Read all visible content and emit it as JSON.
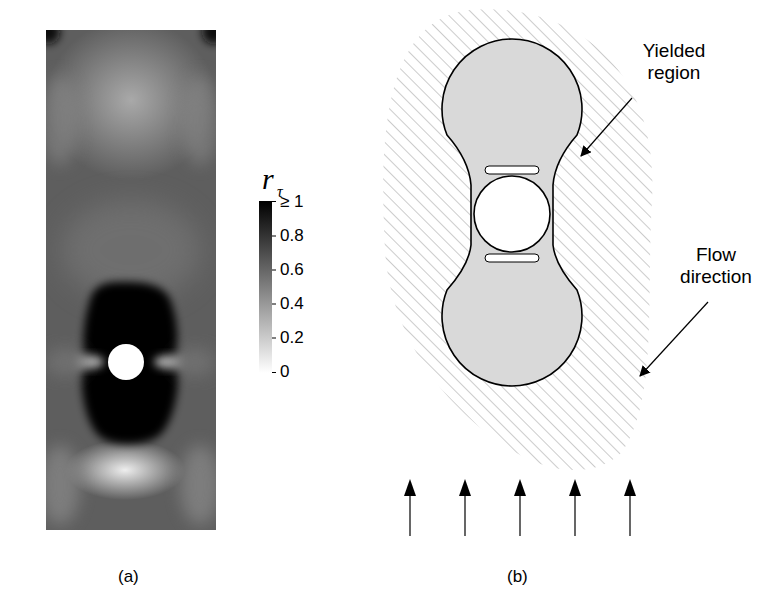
{
  "diagram": {
    "labels": [
      "r",
      "τ",
      "≥ 1",
      "0.8",
      "0.6",
      "0.4",
      "0.2",
      "0",
      "Yielded region",
      "Flow direction",
      "(a)",
      "(b)"
    ]
  }
}
